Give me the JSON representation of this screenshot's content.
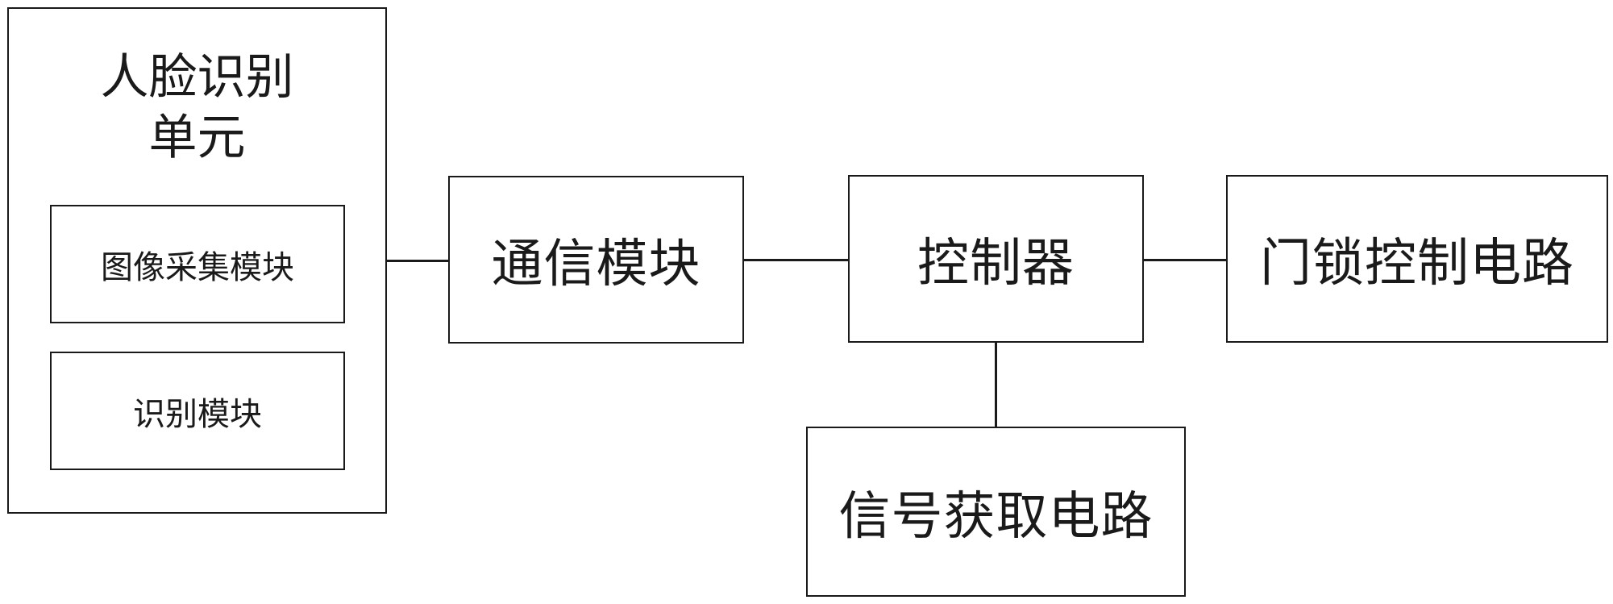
{
  "diagram": {
    "face_recognition_unit": {
      "title_line1": "人脸识别",
      "title_line2": "单元",
      "modules": {
        "image_capture": "图像采集模块",
        "recognition": "识别模块"
      }
    },
    "communication_module": "通信模块",
    "controller": "控制器",
    "door_lock_control_circuit": "门锁控制电路",
    "signal_acquisition_circuit": "信号获取电路"
  }
}
